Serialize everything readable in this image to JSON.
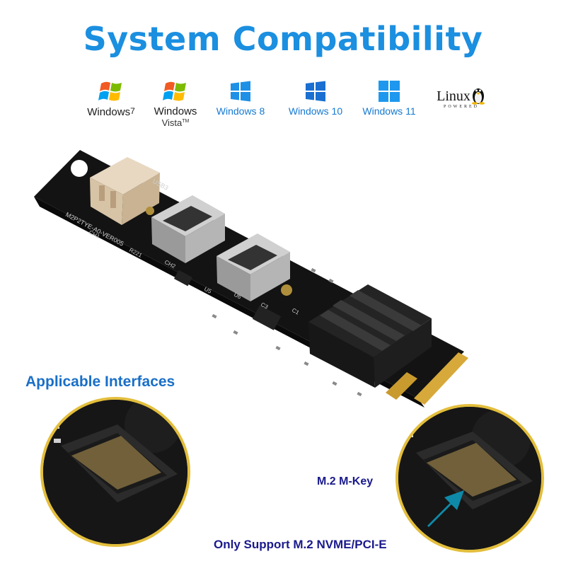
{
  "title": "System Compatibility",
  "os_list": [
    {
      "name": "Windows",
      "version": "7"
    },
    {
      "name": "Windows",
      "version": "Vista",
      "tm": "TM"
    },
    {
      "name": "Windows 8"
    },
    {
      "name": "Windows 10"
    },
    {
      "name": "Windows 11"
    },
    {
      "name": "Linux",
      "sub": "POWERED"
    }
  ],
  "board_labels": {
    "usb_left": "USB3",
    "model": "M2P2TYE-A0-VER005",
    "ch1": "CH1",
    "r221": "R221",
    "ch2": "CH2",
    "u5": "U5",
    "u6": "U6",
    "c3": "C3",
    "c1": "C1"
  },
  "interfaces_label": "Applicable Interfaces",
  "mkey_label": "M.2 M-Key",
  "support_label": "Only Support M.2 NVME/PCI-E",
  "colors": {
    "title_blue": "#1b8fe0",
    "label_blue": "#1a6fc7",
    "navy": "#1a1a8c",
    "arrow": "#0e8aa8",
    "pcb": "#141414",
    "gold": "#d7a93a"
  }
}
